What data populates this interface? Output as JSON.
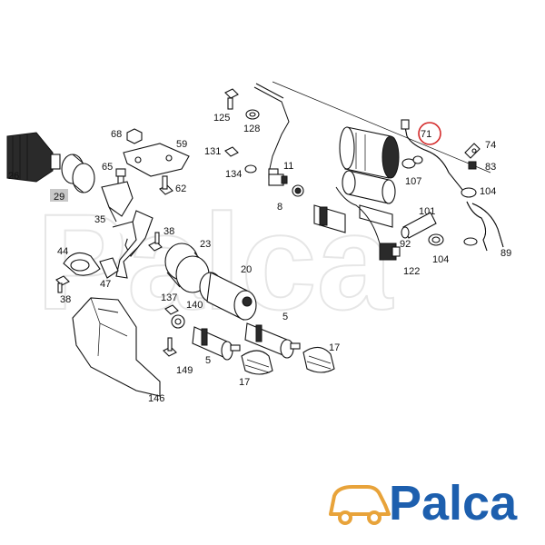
{
  "diagram": {
    "callouts": [
      {
        "id": "c-125",
        "text": "125"
      },
      {
        "id": "c-128",
        "text": "128"
      },
      {
        "id": "c-131",
        "text": "131"
      },
      {
        "id": "c-134",
        "text": "134"
      },
      {
        "id": "c-11",
        "text": "11"
      },
      {
        "id": "c-8",
        "text": "8"
      },
      {
        "id": "c-68",
        "text": "68"
      },
      {
        "id": "c-59",
        "text": "59"
      },
      {
        "id": "c-65",
        "text": "65"
      },
      {
        "id": "c-62",
        "text": "62"
      },
      {
        "id": "c-26",
        "text": "26"
      },
      {
        "id": "c-29",
        "text": "29"
      },
      {
        "id": "c-35",
        "text": "35"
      },
      {
        "id": "c-38a",
        "text": "38"
      },
      {
        "id": "c-23",
        "text": "23"
      },
      {
        "id": "c-44",
        "text": "44"
      },
      {
        "id": "c-47",
        "text": "47"
      },
      {
        "id": "c-38b",
        "text": "38"
      },
      {
        "id": "c-20",
        "text": "20"
      },
      {
        "id": "c-137",
        "text": "137"
      },
      {
        "id": "c-140",
        "text": "140"
      },
      {
        "id": "c-5a",
        "text": "5"
      },
      {
        "id": "c-5b",
        "text": "5"
      },
      {
        "id": "c-149",
        "text": "149"
      },
      {
        "id": "c-17a",
        "text": "17"
      },
      {
        "id": "c-17b",
        "text": "17"
      },
      {
        "id": "c-146",
        "text": "146"
      },
      {
        "id": "c-71",
        "text": "71"
      },
      {
        "id": "c-74",
        "text": "74"
      },
      {
        "id": "c-83",
        "text": "83"
      },
      {
        "id": "c-107",
        "text": "107"
      },
      {
        "id": "c-104a",
        "text": "104"
      },
      {
        "id": "c-101",
        "text": "101"
      },
      {
        "id": "c-92",
        "text": "92"
      },
      {
        "id": "c-104b",
        "text": "104"
      },
      {
        "id": "c-89",
        "text": "89"
      },
      {
        "id": "c-122",
        "text": "122"
      }
    ],
    "highlight_color": "#d42a2a",
    "label_box_color": "#c8c8c8"
  },
  "watermark": {
    "text": "Palca"
  },
  "logo": {
    "text": "Palca",
    "brand_color": "#1d5fae",
    "accent_color": "#e8a33a"
  }
}
